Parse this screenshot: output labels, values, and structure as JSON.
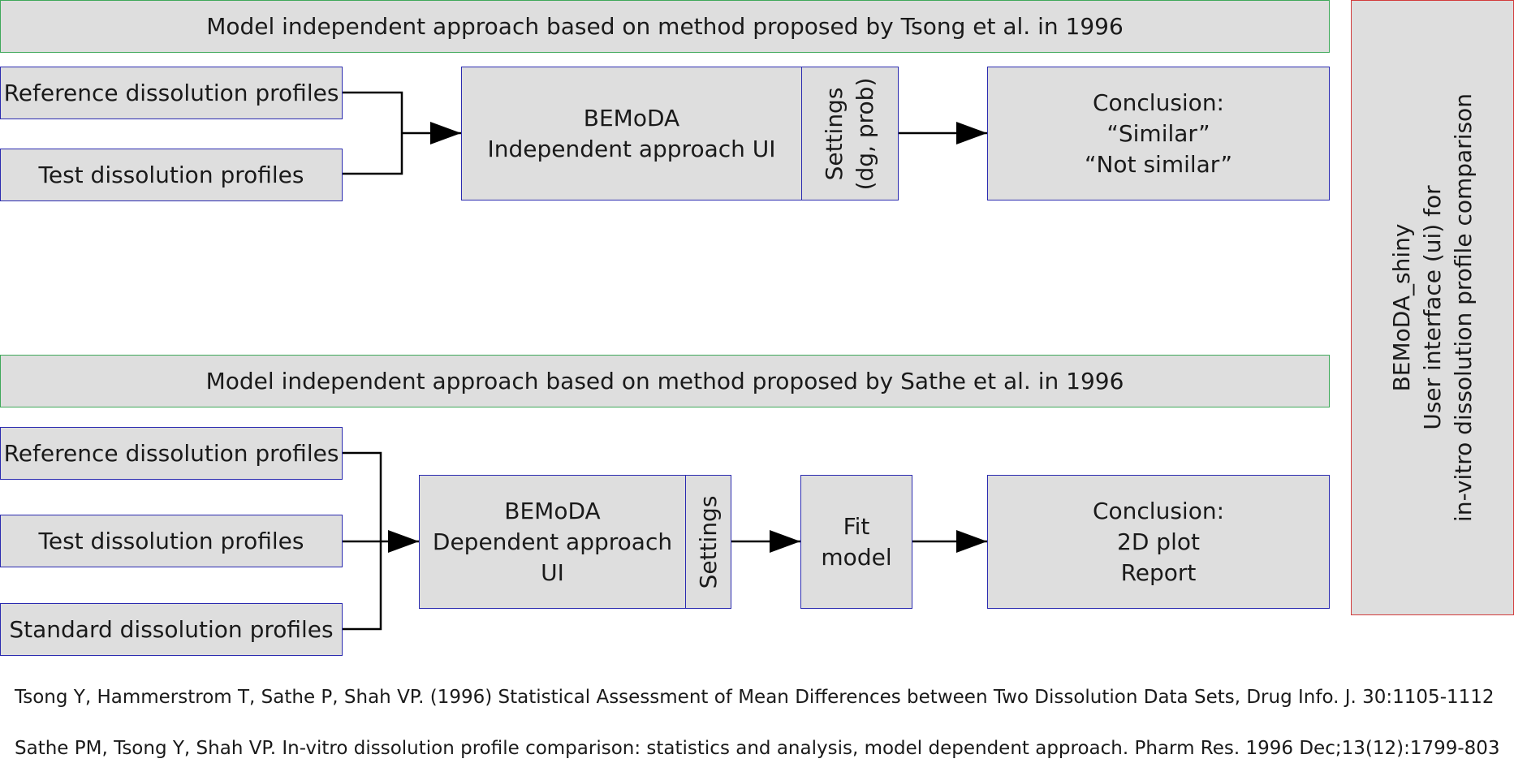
{
  "tsong_section": {
    "header": "Model independent approach based on method proposed by Tsong et al. in 1996",
    "inputs": [
      "Reference dissolution profiles",
      "Test dissolution profiles"
    ],
    "ui_box": {
      "line1": "BEMoDA",
      "line2": "Independent approach UI"
    },
    "settings": {
      "line1": "Settings",
      "line2": "(dg, prob)"
    },
    "conclusion": {
      "title": "Conclusion:",
      "line1": "“Similar”",
      "line2": "“Not similar”"
    }
  },
  "sathe_section": {
    "header": "Model independent approach based on method proposed by Sathe et al. in 1996",
    "inputs": [
      "Reference dissolution profiles",
      "Test dissolution profiles",
      "Standard dissolution profiles"
    ],
    "ui_box": {
      "line1": "BEMoDA",
      "line2": "Dependent approach UI"
    },
    "settings": {
      "line1": "Settings"
    },
    "fit_model": {
      "line1": "Fit",
      "line2": "model"
    },
    "conclusion": {
      "title": "Conclusion:",
      "line1": "2D plot",
      "line2": "Report"
    }
  },
  "side_panel": {
    "line1": "BEMoDA_shiny",
    "line2": "User interface (ui) for",
    "line3": "in-vitro dissolution profile comparison"
  },
  "references": [
    "Tsong Y, Hammerstrom T, Sathe P, Shah VP. (1996) Statistical Assessment of Mean Differences between Two Dissolution Data Sets, Drug Info. J. 30:1105-1112",
    "Sathe PM, Tsong Y, Shah VP. In-vitro dissolution profile comparison: statistics and analysis, model dependent approach. Pharm Res. 1996 Dec;13(12):1799-803"
  ],
  "colors": {
    "box_fill": "#dedede",
    "header_border": "#3fa85a",
    "box_border": "#2b2bb0",
    "side_border": "#d23b3b"
  }
}
